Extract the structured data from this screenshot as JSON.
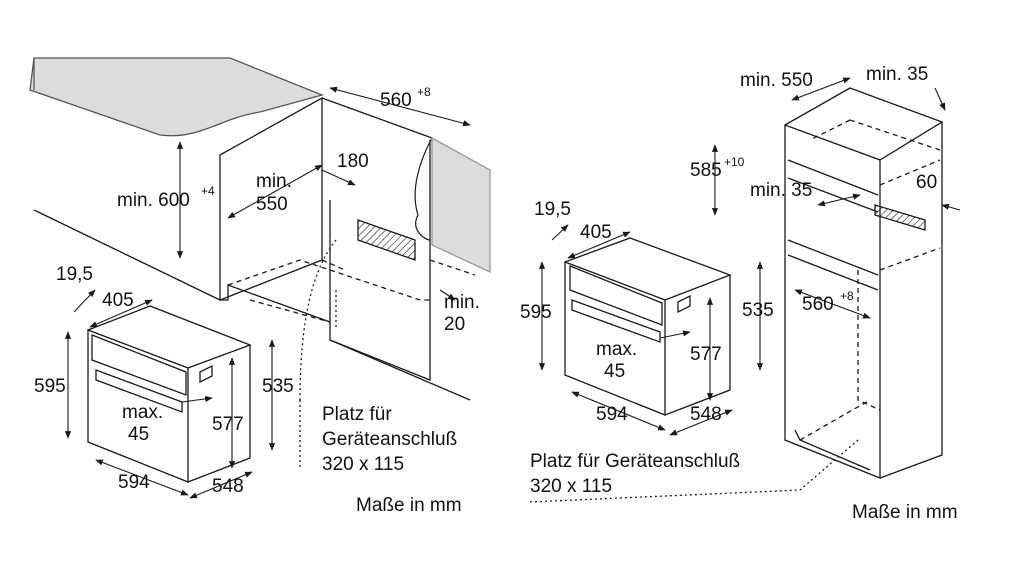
{
  "left": {
    "dim_560": "560",
    "dim_560_sup": "+8",
    "dim_600": "min. 600",
    "dim_600_sup": "+4",
    "dim_550_a": "min.",
    "dim_550_b": "550",
    "dim_180": "180",
    "dim_19_5": "19,5",
    "dim_405": "405",
    "dim_min20_a": "min.",
    "dim_min20_b": "20",
    "dim_595": "595",
    "dim_max45_a": "max.",
    "dim_max45_b": "45",
    "dim_577": "577",
    "dim_535": "535",
    "dim_594": "594",
    "dim_548": "548",
    "note_line1": "Platz für",
    "note_line2": "Geräteanschluß",
    "note_line3": "320 x 115",
    "units": "Maße in mm"
  },
  "right": {
    "dim_min550": "min. 550",
    "dim_min35_top": "min. 35",
    "dim_585": "585",
    "dim_585_sup": "+10",
    "dim_min35_mid": "min. 35",
    "dim_60": "60",
    "dim_19_5": "19,5",
    "dim_405": "405",
    "dim_595": "595",
    "dim_535": "535",
    "dim_560": "560",
    "dim_560_sup": "+8",
    "dim_max45_a": "max.",
    "dim_max45_b": "45",
    "dim_577": "577",
    "dim_594": "594",
    "dim_548": "548",
    "note_line1": "Platz für Geräteanschluß",
    "note_line2": "320 x 115",
    "units": "Maße in mm"
  },
  "colors": {
    "line": "#1a1a1a",
    "worktop": "#dcdcdc",
    "hatch": "#1a1a1a"
  }
}
